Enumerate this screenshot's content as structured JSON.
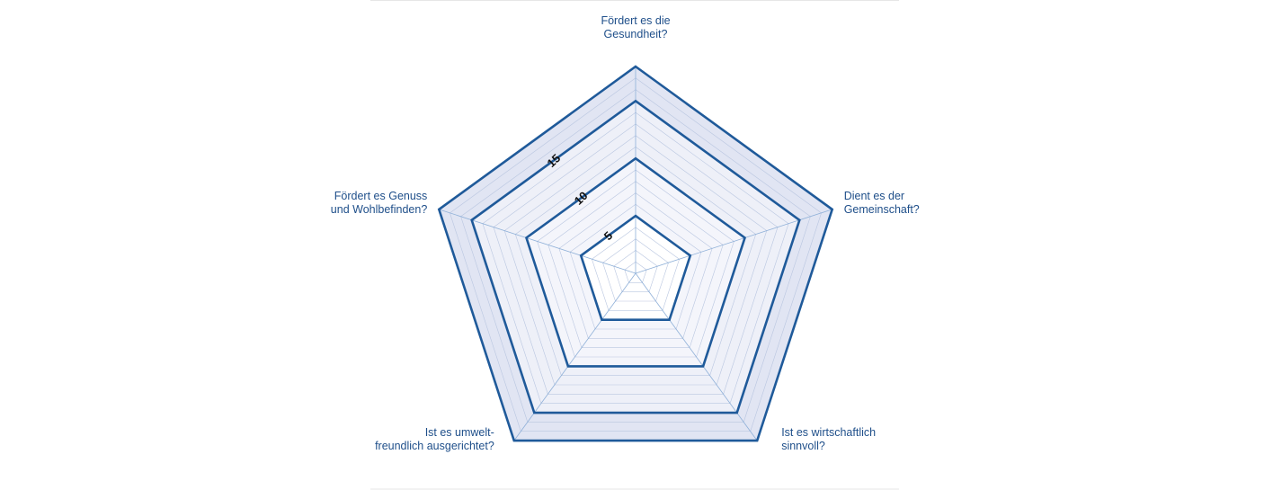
{
  "chart_data": {
    "type": "radar",
    "axes": [
      {
        "label_lines": [
          "Fördert es die",
          "Gesundheit?"
        ]
      },
      {
        "label_lines": [
          "Dient es der",
          "Gemeinschaft?"
        ]
      },
      {
        "label_lines": [
          "Ist es wirtschaftlich",
          "sinnvoll?"
        ]
      },
      {
        "label_lines": [
          "Ist es umwelt-",
          "freundlich ausgerichtet?"
        ]
      },
      {
        "label_lines": [
          "Fördert es Genuss",
          "und Wohlbefinden?"
        ]
      }
    ],
    "max": 18,
    "major_ticks": [
      {
        "value": 5,
        "label": "5"
      },
      {
        "value": 10,
        "label": "10"
      },
      {
        "value": 15,
        "label": "15"
      }
    ],
    "outer_ring_value": 18,
    "minor_grid_step": 1,
    "series": []
  },
  "colors": {
    "frame": "#1f5a9a",
    "label": "#1f4f8a",
    "band_light": "#eef0f8",
    "band_dark": "#e1e5f3",
    "center": "#ffffff",
    "minor_grid": "#b9c6e0",
    "spoke": "#8fb0d8",
    "rule": "#e6e6e6"
  }
}
